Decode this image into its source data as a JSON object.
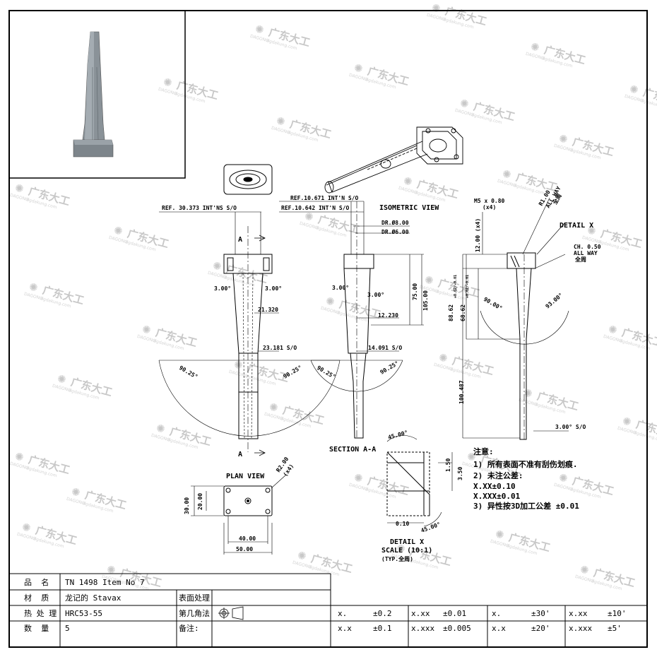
{
  "watermark": {
    "brand": "广东大工",
    "site": "dgdakung.com",
    "logo_text": "DAGONG"
  },
  "views": {
    "isometric_label": "ISOMETRIC VIEW",
    "detail_x_label": "DETAIL X",
    "section_label": "SECTION A-A",
    "plan_label": "PLAN VIEW",
    "detail_scale_title": "DETAIL X",
    "detail_scale": "SCALE (10:1)",
    "detail_typ": "(TYP.全周)",
    "section_mark": "A"
  },
  "dimensions": {
    "ref_30373": "REF. 30.373 INT'NS S/O",
    "ref_10671": "REF.10.671 INT'N S/O",
    "ref_10642": "REF.10.642 INT'N S/O",
    "dr8": "DR.Ø8.00",
    "dr6": "DR.Ø6.00",
    "ang3": "3.00°",
    "d21320": "21.320",
    "d23181": "23.181 S/O",
    "d9025": "90.25°",
    "d75": "75.00",
    "d105": "105.00",
    "d12230": "12.230",
    "d14091": "14.091 S/O",
    "m5": "M5 x 0.80",
    "x4": "(x4)",
    "r100": "R1.00",
    "allway": "ALL WAY",
    "quanzhou": "全周",
    "d12x4": "12.00 (x4)",
    "ch050": "CH. 0.50",
    "d8862": "88.62",
    "d6862": "68.62",
    "tol": "+0.02/-0.01",
    "d9000": "90.00°",
    "d9300": "93.00°",
    "d100487": "100.487",
    "d300so": "3.00° S/O",
    "d4500": "45.00°",
    "d150": "1.50",
    "d350": "3.50",
    "d010": "0.10",
    "r200": "R2.00",
    "d3000": "30.00",
    "d2000": "20.00",
    "d4000": "40.00",
    "d5000": "50.00"
  },
  "notes": {
    "title": "注意:",
    "n1": "1) 所有表面不准有刮伤划痕.",
    "n2": "2) 未注公差:",
    "n3": "X.XX±0.10",
    "n4": "X.XXX±0.01",
    "n5": "3) 异性按3D加工公差 ±0.01"
  },
  "title_block": {
    "product_label": "品  名",
    "product_value": "TN 1498 Item No 7",
    "material_label": "材  质",
    "material_value": "龙记的 Stavax",
    "surface_label": "表面处理",
    "surface_value": "",
    "heat_label": "热 处 理",
    "heat_value": "HRC53-55",
    "angle_label": "第几角法",
    "qty_label": "数  量",
    "qty_value": "5",
    "remark_label": "备注:",
    "tol_rows": [
      [
        {
          "k": "x.",
          "v": "±0.2"
        },
        {
          "k": "x.xx",
          "v": "±0.01"
        },
        {
          "k": "x.",
          "v": "±30'"
        },
        {
          "k": "x.xx",
          "v": "±10'"
        }
      ],
      [
        {
          "k": "x.x",
          "v": "±0.1"
        },
        {
          "k": "x.xxx",
          "v": "±0.005"
        },
        {
          "k": "x.x",
          "v": "±20'"
        },
        {
          "k": "x.xxx",
          "v": "±5'"
        }
      ]
    ]
  }
}
